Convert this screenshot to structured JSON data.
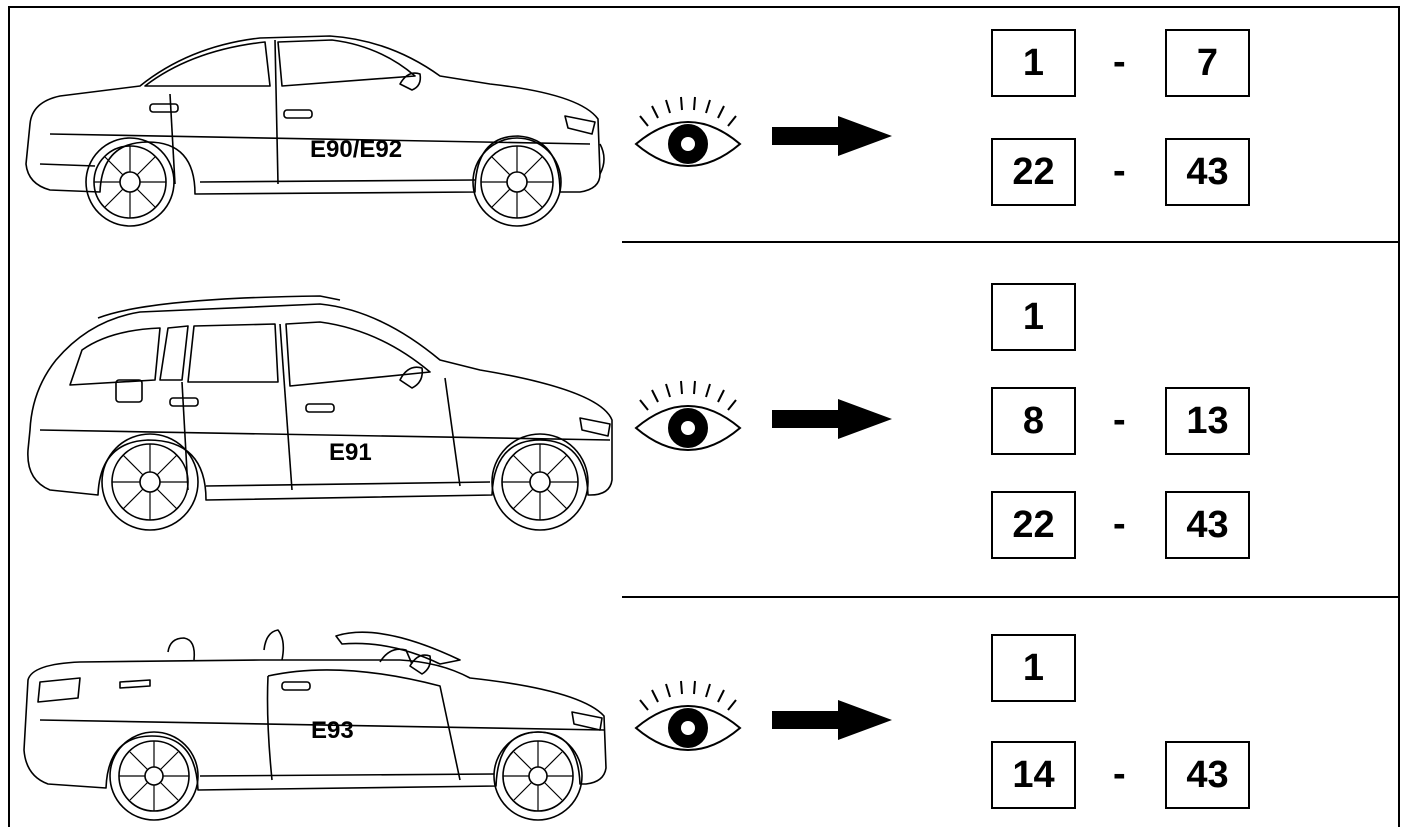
{
  "sections": [
    {
      "model": "E90/E92",
      "ranges": [
        {
          "from": "1",
          "dash": "-",
          "to": "7"
        },
        {
          "from": "22",
          "dash": "-",
          "to": "43"
        }
      ]
    },
    {
      "model": "E91",
      "ranges": [
        {
          "from": "1"
        },
        {
          "from": "8",
          "dash": "-",
          "to": "13"
        },
        {
          "from": "22",
          "dash": "-",
          "to": "43"
        }
      ]
    },
    {
      "model": "E93",
      "ranges": [
        {
          "from": "1"
        },
        {
          "from": "14",
          "dash": "-",
          "to": "43"
        }
      ]
    }
  ],
  "icons": {
    "look": "eye-icon",
    "direction": "arrow-right-icon"
  },
  "colors": {
    "ink": "#000000",
    "paper": "#ffffff"
  }
}
